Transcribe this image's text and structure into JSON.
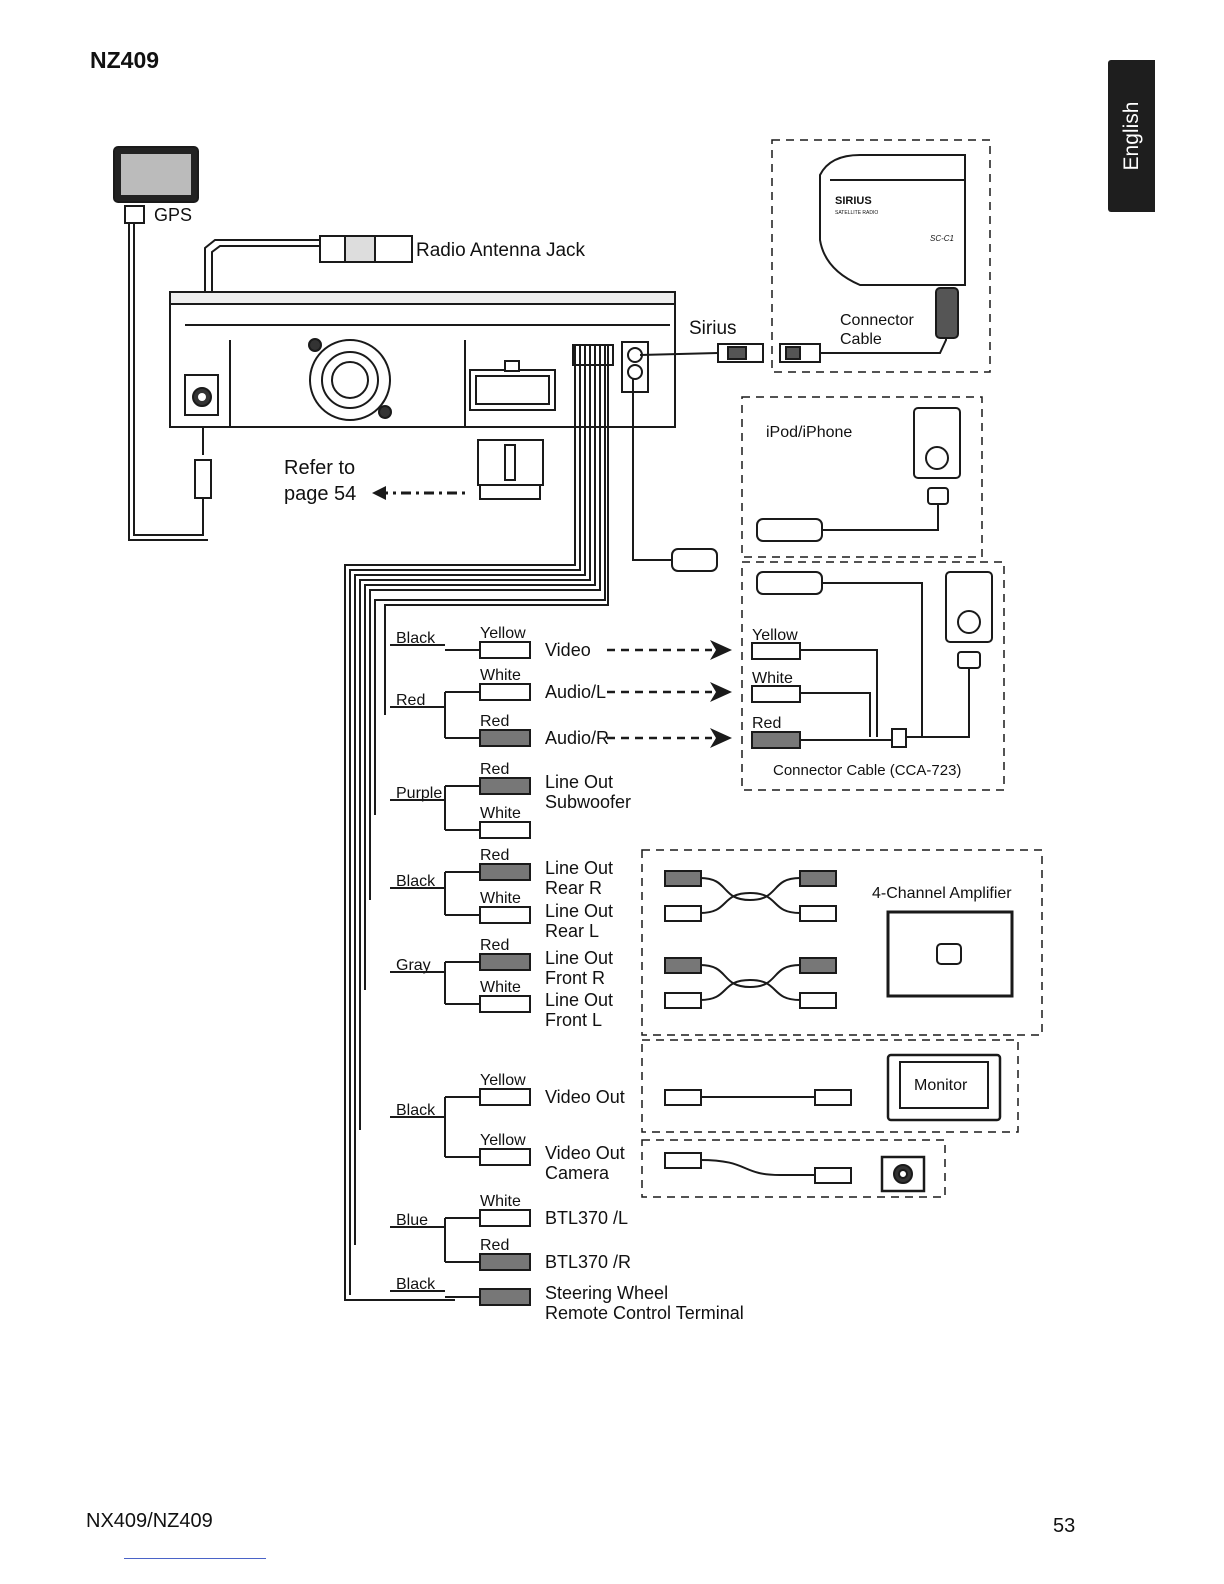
{
  "header": {
    "model": "NZ409"
  },
  "side_tab": {
    "language": "English"
  },
  "labels": {
    "gps": "GPS",
    "radio_antenna_jack": "Radio Antenna Jack",
    "sirius": "Sirius",
    "refer_to": "Refer to",
    "page_54": "page 54",
    "connector_cable_1": "Connector",
    "connector_cable_2": "Cable",
    "ipod_iphone": "iPod/iPhone",
    "connector_cable_cca": "Connector Cable (CCA-723)",
    "four_channel_amplifier": "4-Channel Amplifier",
    "monitor": "Monitor",
    "sirius_logo": "SIRIUS",
    "sirius_logo_sub": "SATELLITE RADIO",
    "sirius_model": "SC-C1"
  },
  "wire_groups": [
    {
      "wire": "Black",
      "plugs": [
        {
          "color": "Yellow",
          "label": [
            "Video"
          ]
        }
      ]
    },
    {
      "wire": "Red",
      "plugs": [
        {
          "color": "White",
          "label": [
            "Audio/L"
          ]
        },
        {
          "color": "Red",
          "label": [
            "Audio/R"
          ]
        }
      ]
    },
    {
      "wire": "Purple",
      "plugs": [
        {
          "color": "Red",
          "label": [
            "Line Out",
            "Subwoofer"
          ]
        },
        {
          "color": "White",
          "label": []
        }
      ]
    },
    {
      "wire": "Black",
      "plugs": [
        {
          "color": "Red",
          "label": [
            "Line Out",
            "Rear R"
          ]
        },
        {
          "color": "White",
          "label": [
            "Line Out",
            "Rear L"
          ]
        }
      ]
    },
    {
      "wire": "Gray",
      "plugs": [
        {
          "color": "Red",
          "label": [
            "Line Out",
            "Front R"
          ]
        },
        {
          "color": "White",
          "label": [
            "Line Out",
            "Front L"
          ]
        }
      ]
    },
    {
      "wire": "Black",
      "plugs": [
        {
          "color": "Yellow",
          "label": [
            "Video Out"
          ]
        },
        {
          "color": "Yellow",
          "label": [
            "Video Out",
            "Camera"
          ]
        }
      ]
    },
    {
      "wire": "Blue",
      "plugs": [
        {
          "color": "White",
          "label": [
            "BTL370 /L"
          ]
        },
        {
          "color": "Red",
          "label": [
            "BTL370 /R"
          ]
        }
      ]
    },
    {
      "wire": "Black",
      "plugs": [
        {
          "color": "",
          "label": [
            "Steering Wheel",
            "Remote Control Terminal"
          ]
        }
      ]
    }
  ],
  "ipod_plug_labels": [
    "Yellow",
    "White",
    "Red"
  ],
  "footer": {
    "model_names": "NX409/NZ409",
    "page_number": "53"
  },
  "colors": {
    "line": "#1a1a1a",
    "tab": "#1e1e1e",
    "plug_dark": "#777777",
    "plug_light": "#ffffff"
  }
}
